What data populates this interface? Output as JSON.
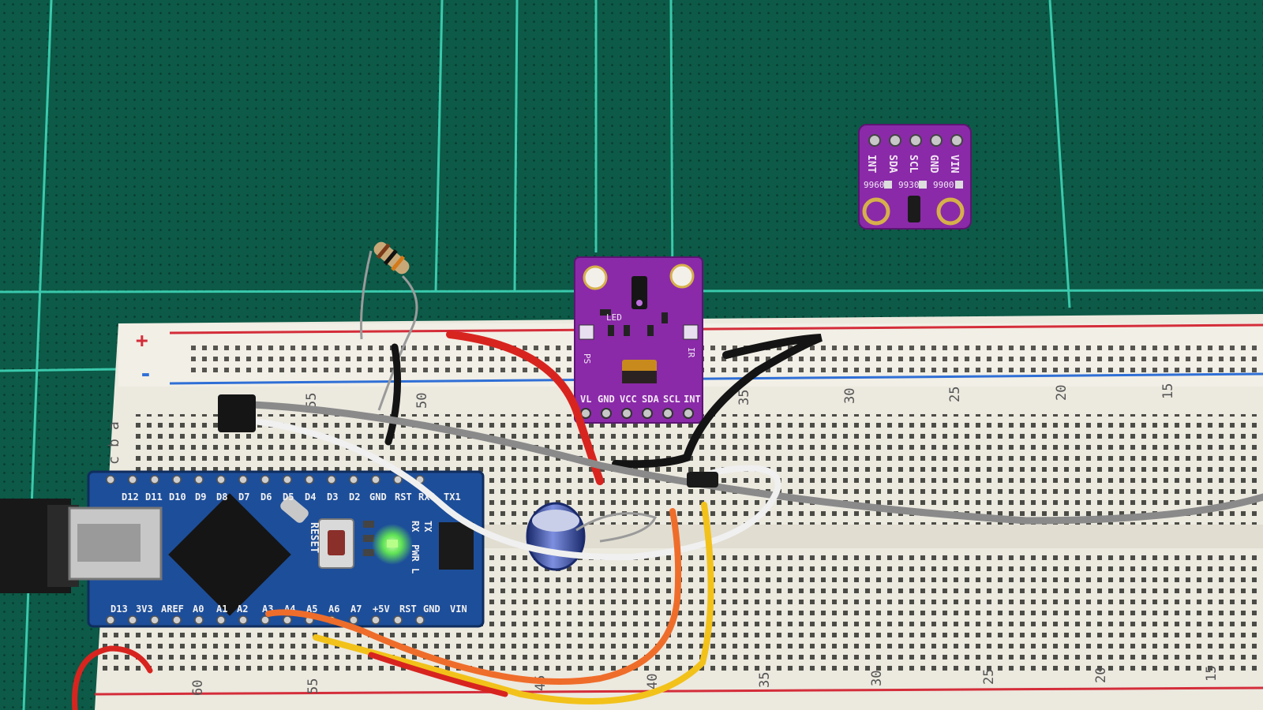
{
  "colors": {
    "mat": "#0c5a47",
    "mat_grid": "#3fd6b8",
    "breadboard": "#ece9df",
    "rail_red": "#d42d3a",
    "rail_blue": "#2f6fd6",
    "nano_pcb": "#1d4e9a",
    "sensor_pcb": "#8a2aa8",
    "wire_red": "#d8241f",
    "wire_black": "#141414",
    "wire_gray": "#8a8a8a",
    "wire_white": "#f0f0f0",
    "wire_orange": "#ef6d2a",
    "wire_yellow": "#f2c21a",
    "led_green": "#6dff4a"
  },
  "breadboard": {
    "rail_plus": "+",
    "rail_minus": "-",
    "row_letters": [
      "a",
      "b",
      "c"
    ],
    "top_column_numbers": [
      "55",
      "50",
      "35",
      "30",
      "25",
      "20",
      "15"
    ],
    "bottom_column_numbers": [
      "60",
      "55",
      "45",
      "40",
      "35",
      "30",
      "25",
      "20",
      "15"
    ]
  },
  "nano": {
    "top_pins": [
      "D12",
      "D11",
      "D10",
      "D9",
      "D8",
      "D7",
      "D6",
      "D5",
      "D4",
      "D3",
      "D2",
      "GND",
      "RST",
      "RX0",
      "TX1"
    ],
    "bottom_pins": [
      "D13",
      "3V3",
      "AREF",
      "A0",
      "A1",
      "A2",
      "A3",
      "A4",
      "A5",
      "A6",
      "A7",
      "+5V",
      "RST",
      "GND",
      "VIN"
    ],
    "button_label": "RESET",
    "led_labels": [
      "RX",
      "TX",
      "PWR",
      "L"
    ]
  },
  "sensor_main": {
    "pins": [
      "VL",
      "GND",
      "VCC",
      "SDA",
      "SCL",
      "INT"
    ],
    "jumper_labels": [
      "PS",
      "IR",
      "LED"
    ]
  },
  "sensor_small": {
    "pins": [
      "INT",
      "SDA",
      "SCL",
      "GND",
      "VIN"
    ],
    "options": [
      "9960",
      "9930",
      "9900"
    ]
  }
}
